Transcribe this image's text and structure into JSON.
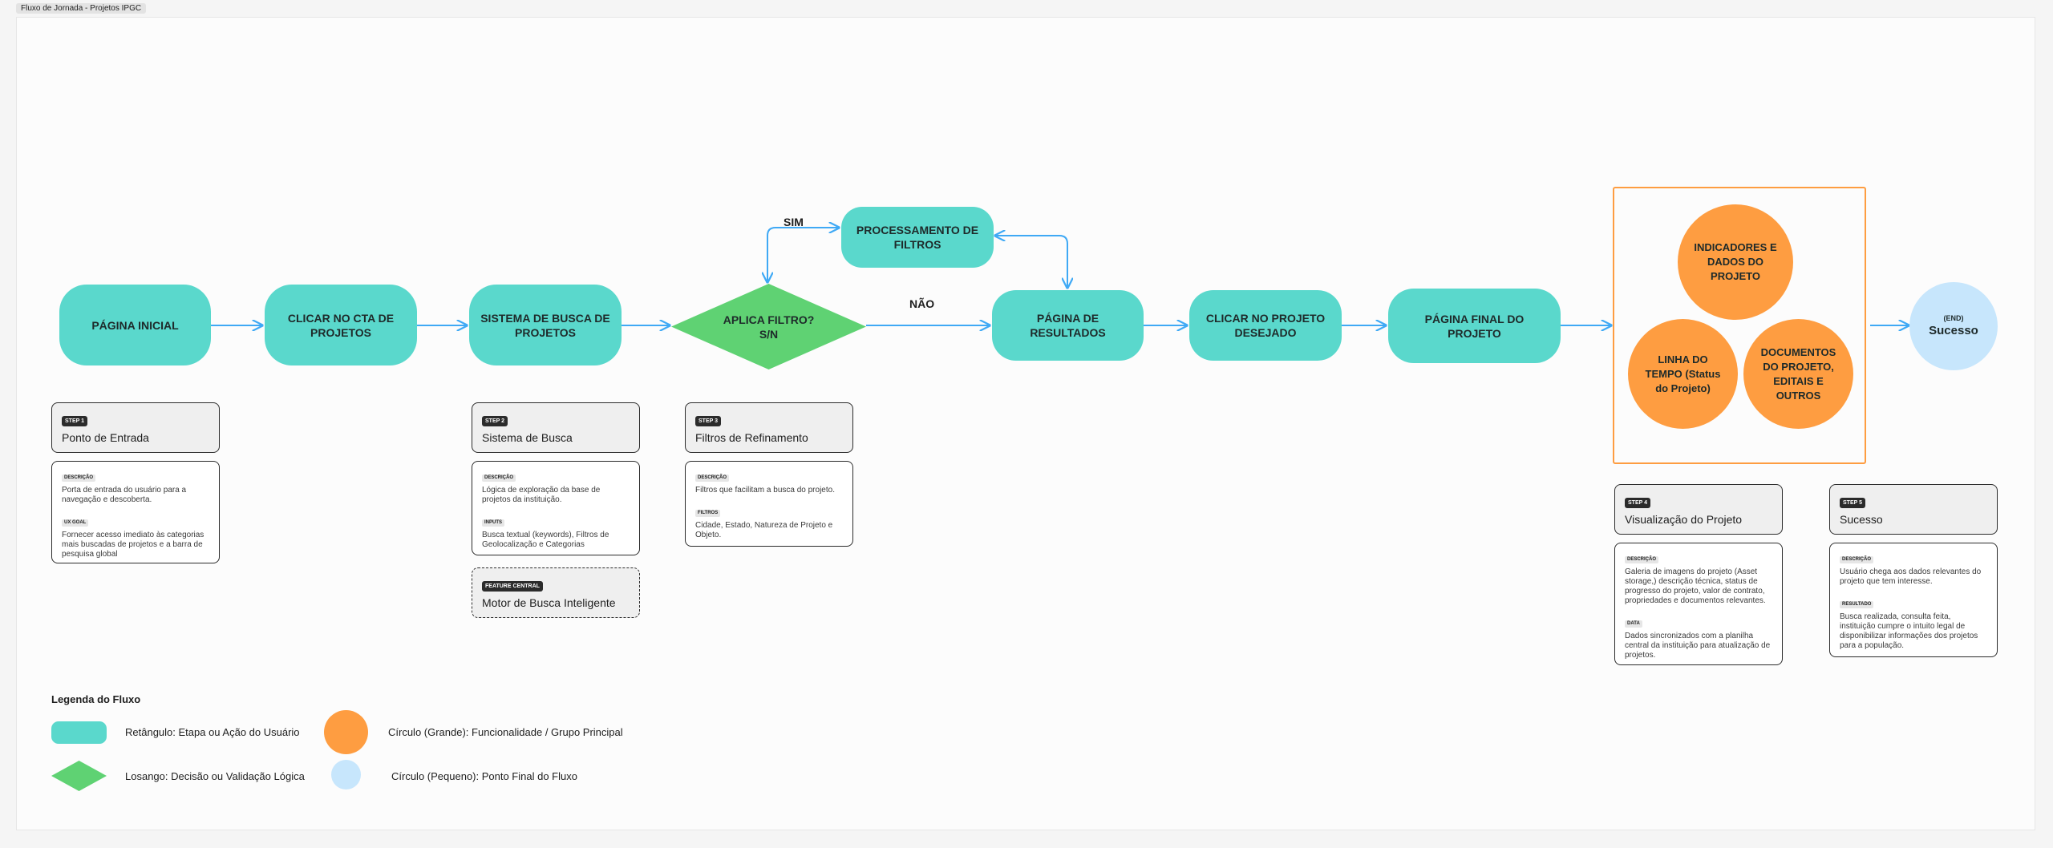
{
  "frame_title": "Fluxo de Jornada - Projetos IPGC",
  "nodes": {
    "pagina_inicial": "PÁGINA INICIAL",
    "clicar_cta": "CLICAR NO CTA DE PROJETOS",
    "sistema_busca": "SISTEMA DE BUSCA DE PROJETOS",
    "decisao_line1": "APLICA FILTRO?",
    "decisao_line2": "S/N",
    "processamento": "PROCESSAMENTO DE FILTROS",
    "resultados": "PÁGINA DE RESULTADOS",
    "clicar_projeto": "CLICAR NO PROJETO DESEJADO",
    "pagina_final": "PÁGINA FINAL DO PROJETO",
    "indicadores": "INDICADORES E DADOS DO PROJETO",
    "linha_tempo": "LINHA DO TEMPO (Status do Projeto)",
    "documentos": "DOCUMENTOS DO PROJETO, EDITAIS E OUTROS",
    "end_tag": "(END)",
    "end_label": "Sucesso"
  },
  "edge_labels": {
    "sim": "SIM",
    "nao": "NÃO"
  },
  "steps": {
    "s1": {
      "badge": "STEP 1",
      "title": "Ponto de Entrada",
      "label_a": "DESCRIÇÃO",
      "text_a": "Porta de entrada do usuário para a navegação e descoberta.",
      "label_b": "UX GOAL",
      "text_b": "Fornecer acesso imediato às categorias mais buscadas de projetos e a barra de pesquisa global"
    },
    "s2": {
      "badge": "STEP 2",
      "title": "Sistema de Busca",
      "label_a": "DESCRIÇÃO",
      "text_a": "Lógica de exploração da base de projetos da instituição.",
      "label_b": "INPUTS",
      "text_b": "Busca textual (keywords), Filtros de Geolocalização e Categorias"
    },
    "feature": {
      "badge": "FEATURE CENTRAL",
      "title": "Motor de Busca Inteligente"
    },
    "s3": {
      "badge": "STEP 3",
      "title": "Filtros de Refinamento",
      "label_a": "DESCRIÇÃO",
      "text_a": "Filtros que facilitam a busca do projeto.",
      "label_b": "FILTROS",
      "text_b": "Cidade, Estado, Natureza de Projeto e Objeto."
    },
    "s4": {
      "badge": "STEP 4",
      "title": "Visualização do Projeto",
      "label_a": "DESCRIÇÃO",
      "text_a": "Galeria de imagens do projeto (Asset storage,) descrição técnica, status de progresso do projeto, valor de contrato, propriedades e documentos relevantes.",
      "label_b": "DATA",
      "text_b": "Dados sincronizados com a planilha central da instituição para atualização de projetos."
    },
    "s5": {
      "badge": "STEP 5",
      "title": "Sucesso",
      "label_a": "DESCRIÇÃO",
      "text_a": "Usuário chega aos dados relevantes do projeto que tem interesse.",
      "label_b": "RESULTADO",
      "text_b": "Busca realizada, consulta feita, instituição cumpre o intuito legal de disponibilizar informações dos projetos para a população."
    }
  },
  "legend": {
    "title": "Legenda do Fluxo",
    "rect": "Retângulo: Etapa ou Ação do Usuário",
    "big_circle": "Círculo (Grande): Funcionalidade / Grupo Principal",
    "diamond": "Losango: Decisão ou Validação Lógica",
    "small_circle": "Círculo (Pequeno): Ponto Final do Fluxo"
  },
  "colors": {
    "teal": "#5ad8cc",
    "green": "#5fd273",
    "orange": "#fe9d41",
    "light_blue": "#c7e6fc",
    "arrow": "#3fa9f5"
  }
}
